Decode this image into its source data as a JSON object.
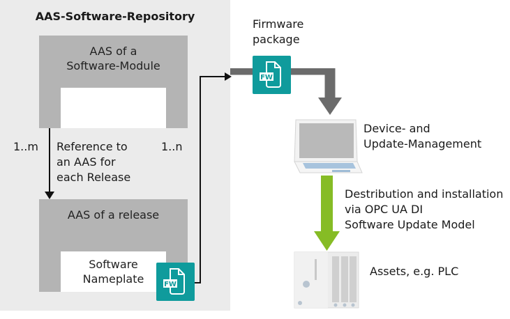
{
  "repository": {
    "title": "AAS-Software-Repository",
    "module_box_label": "AAS of a Software-Module",
    "module_box_label_line1": "AAS of a",
    "module_box_label_line2": "Software-Module",
    "release_box_label": "AAS of a release",
    "nameplate_label_line1": "Software",
    "nameplate_label_line2": "Nameplate",
    "multiplicity_left": "1..m",
    "multiplicity_right": "1..n",
    "reference_text_line1": "Reference to",
    "reference_text_line2": "an AAS for",
    "reference_text_line3": "each Release"
  },
  "firmware": {
    "label_line1": "Firmware",
    "label_line2": "package",
    "icon_text": "FW",
    "icon_color": "#0f9b9c"
  },
  "device_management": {
    "label_line1": "Device- and",
    "label_line2": "Update-Management"
  },
  "distribution": {
    "label_line1": "Destribution and installation",
    "label_line2": "via OPC UA DI",
    "label_line3": "Software Update Model",
    "arrow_color": "#86bc25"
  },
  "assets": {
    "label": "Assets, e.g. PLC"
  }
}
